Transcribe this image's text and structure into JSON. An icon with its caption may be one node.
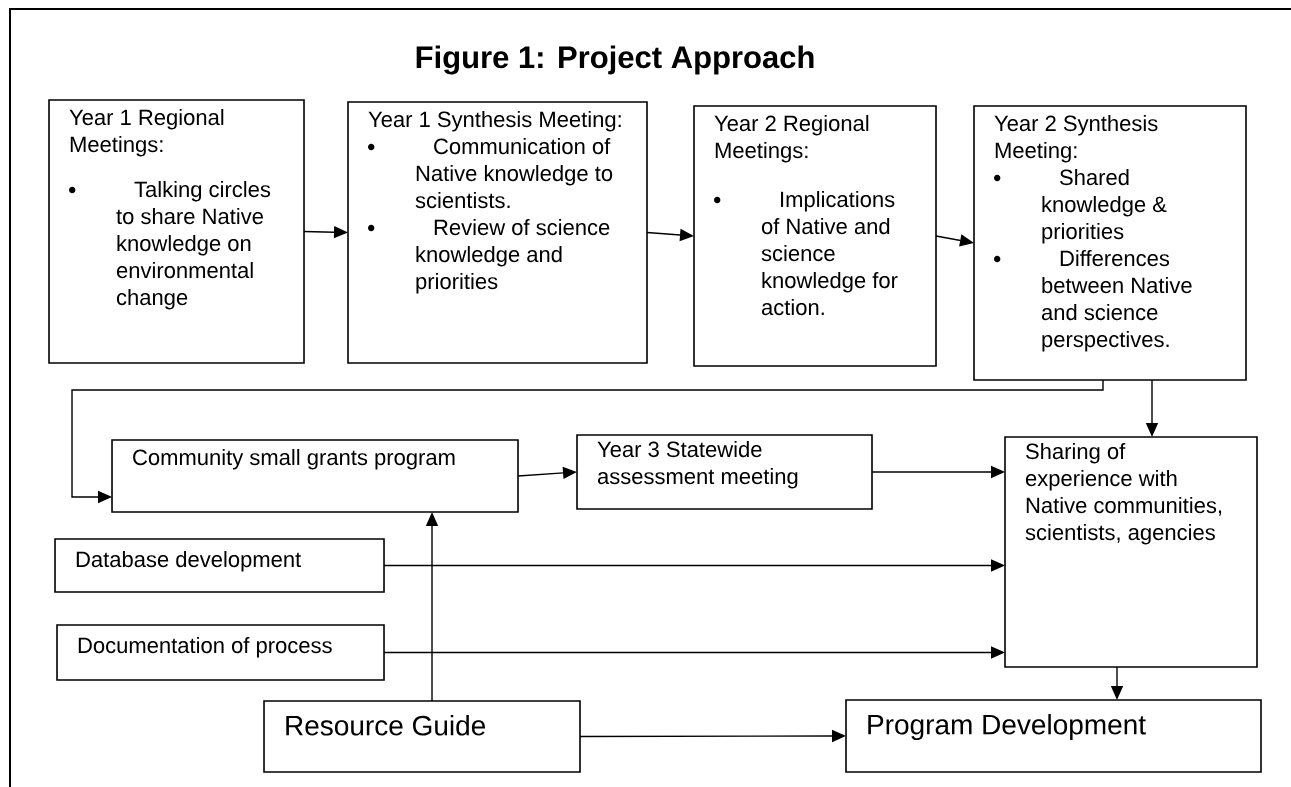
{
  "diagram": {
    "title": "Figure 1: Project Approach",
    "nodes": [
      {
        "text": [
          "Year 1 Regional Meetings:",
          "Talking circles to share Native knowledge on environmental change"
        ]
      },
      {
        "text": [
          "Year 1 Synthesis Meeting:",
          "Communication of Native knowledge to scientists.",
          "Review of science knowledge and priorities"
        ]
      },
      {
        "text": [
          "Year 2 Regional Meetings:",
          "Implications of Native and science knowledge for action."
        ]
      },
      {
        "text": [
          "Year 2 Synthesis Meeting:",
          "Shared knowledge & priorities",
          "Differences between Native and science perspectives."
        ]
      },
      {
        "text": [
          "Community small grants program"
        ]
      },
      {
        "text": [
          "Year 3 Statewide assessment meeting"
        ]
      },
      {
        "text": [
          "Sharing of experience with Native communities, scientists, agencies"
        ]
      },
      {
        "text": [
          "Database development"
        ]
      },
      {
        "text": [
          "Documentation of process"
        ]
      },
      {
        "text": [
          "Resource Guide"
        ]
      },
      {
        "text": [
          "Program Development"
        ]
      }
    ],
    "edges": [
      {
        "from": 0,
        "to": 1,
        "arrow": "to"
      },
      {
        "from": 1,
        "to": 2,
        "arrow": "to"
      },
      {
        "from": 2,
        "to": 3,
        "arrow": "to"
      },
      {
        "from": 3,
        "to": 4,
        "arrow": "to"
      },
      {
        "from": 3,
        "to": 6,
        "arrow": "to"
      },
      {
        "from": 4,
        "to": 5,
        "arrow": "to"
      },
      {
        "from": 5,
        "to": 6,
        "arrow": "to"
      },
      {
        "from": 7,
        "to": 6,
        "arrow": "to"
      },
      {
        "from": 8,
        "to": 6,
        "arrow": "to"
      },
      {
        "from": 9,
        "to": 4,
        "arrow": "to"
      },
      {
        "from": 9,
        "to": 10,
        "arrow": "to"
      },
      {
        "from": 6,
        "to": 10,
        "arrow": "to"
      }
    ]
  }
}
